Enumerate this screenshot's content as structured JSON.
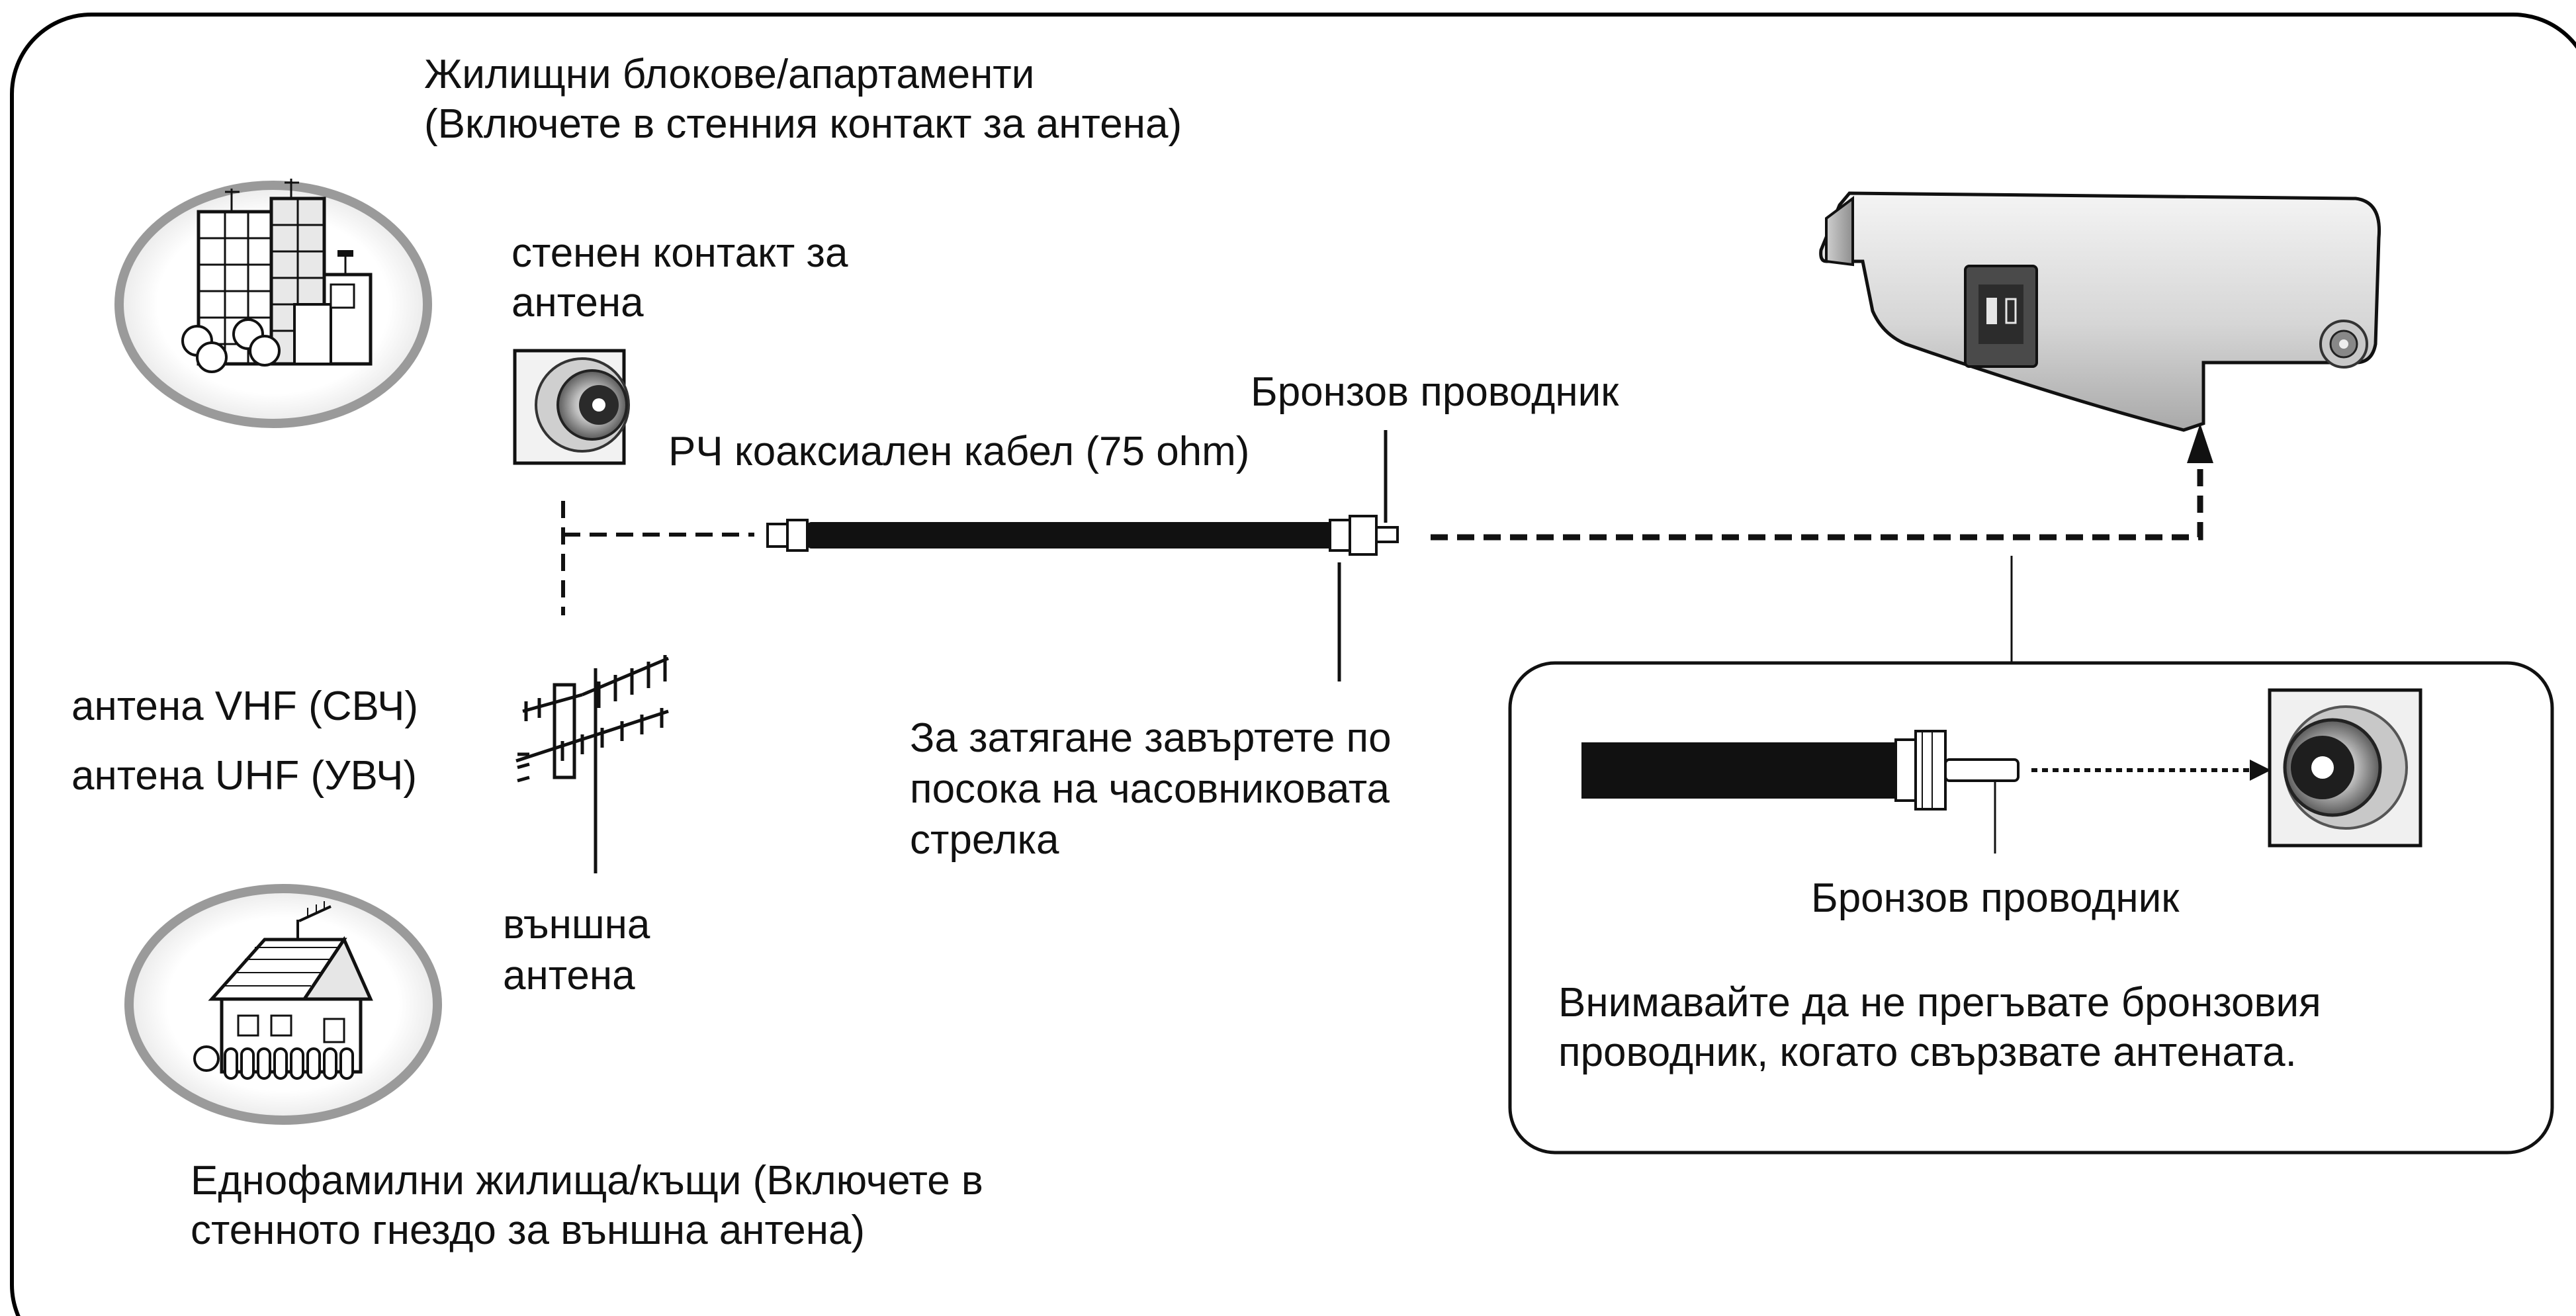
{
  "labels": {
    "apartments_line1": "Жилищни блокове/апартаменти",
    "apartments_line2": "(Включете в стенния контакт за антена)",
    "wall_socket_line1": "стенен контакт за",
    "wall_socket_line2": "антена",
    "bronze_conductor_top": "Бронзов проводник",
    "coax_cable": "РЧ коаксиален кабел (75 ohm)",
    "vhf_antenna": "антена VHF (СВЧ)",
    "uhf_antenna": "антена UHF (УВЧ)",
    "outdoor_antenna_line1": "външна",
    "outdoor_antenna_line2": "антена",
    "tighten_line1": "За затягане завъртете по",
    "tighten_line2": "посока на часовниковата",
    "tighten_line3": "стрелка",
    "houses_line1": "Еднофамилни жилища/къщи  (Включете в",
    "houses_line2": "стенното гнездо за външна антена)"
  },
  "detail_box": {
    "bronze_conductor": "Бронзов проводник",
    "warning_line1": "Внимавайте да не прегъвате бронзовия",
    "warning_line2": "проводник, когато свързвате антената."
  }
}
